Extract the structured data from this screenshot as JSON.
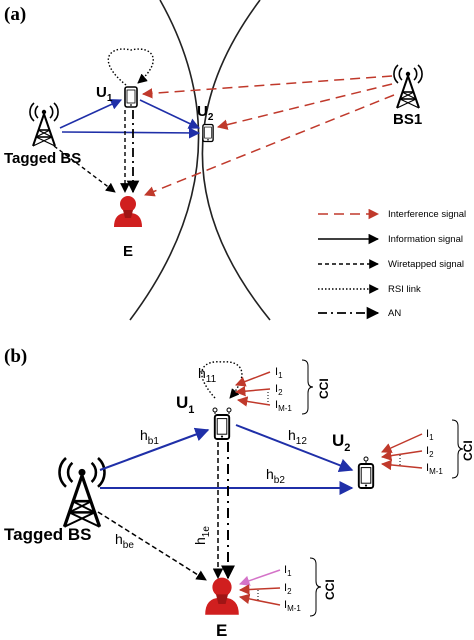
{
  "panels": {
    "a": {
      "label": "(a)",
      "nodes": {
        "tagged_bs": "Tagged BS",
        "bs1": "BS1",
        "u1": "U",
        "u1_sub": "1",
        "u2": "U",
        "u2_sub": "2",
        "eve": "E"
      },
      "legend": [
        {
          "label": "Interference signal",
          "style": "dashed",
          "color": "#c0392b"
        },
        {
          "label": "Information signal",
          "style": "solid",
          "color": "#000000"
        },
        {
          "label": "Wiretapped signal",
          "style": "short-dashed",
          "color": "#000000"
        },
        {
          "label": "RSI link",
          "style": "dotted",
          "color": "#000000"
        },
        {
          "label": "AN",
          "style": "dash-dot",
          "color": "#000000"
        }
      ]
    },
    "b": {
      "label": "(b)",
      "nodes": {
        "tagged_bs": "Tagged BS",
        "u1": "U",
        "u1_sub": "1",
        "u2": "U",
        "u2_sub": "2",
        "eve": "E"
      },
      "channels": {
        "h11": {
          "base": "h",
          "sub": "11"
        },
        "hb1": {
          "base": "h",
          "sub": "b1"
        },
        "h12": {
          "base": "h",
          "sub": "12"
        },
        "hb2": {
          "base": "h",
          "sub": "b2"
        },
        "h1e": {
          "base": "h",
          "sub": "1e"
        },
        "hbe": {
          "base": "h",
          "sub": "be"
        }
      },
      "cci_label": "CCI",
      "interferers": [
        {
          "base": "I",
          "sub": "1"
        },
        {
          "base": "I",
          "sub": "2"
        },
        {
          "base": "I",
          "sub": "M-1"
        }
      ]
    }
  },
  "colors": {
    "info_blue": "#1f2fa8",
    "interference_red": "#c0392b",
    "eve_red": "#d01f1f",
    "pink": "#d473c8"
  }
}
